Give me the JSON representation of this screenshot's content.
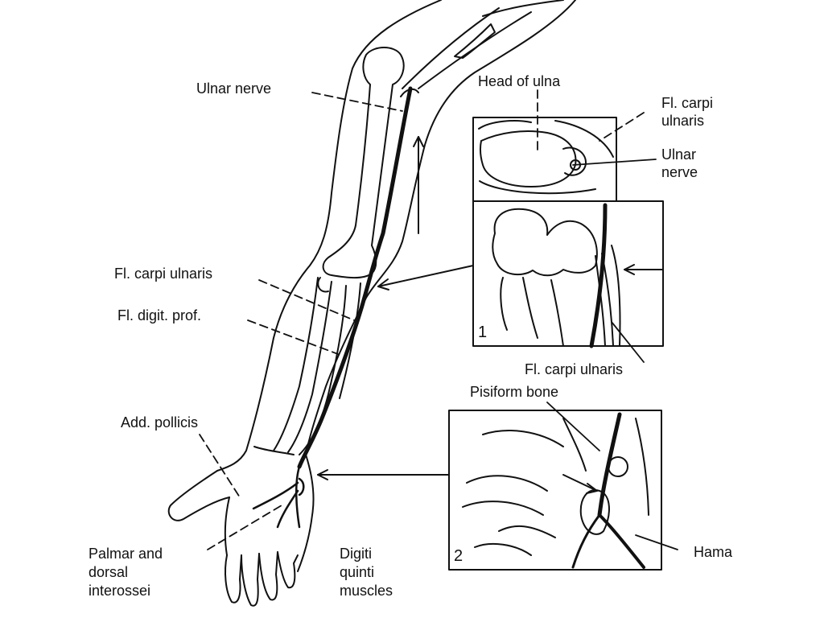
{
  "colors": {
    "ink": "#111111",
    "paper": "#ffffff"
  },
  "labels": {
    "ulnar_nerve_left": "Ulnar nerve",
    "head_of_ulna": "Head of ulna",
    "fl_carpi_top_line1": "Fl. carpi",
    "fl_carpi_top_line2": "ulnaris",
    "ulnar_nerve_right_line1": "Ulnar",
    "ulnar_nerve_right_line2": "nerve",
    "fl_carpi_ulnaris_left": "Fl. carpi ulnaris",
    "fl_digit_prof": "Fl. digit. prof.",
    "fl_carpi_ulnaris_inset": "Fl. carpi ulnaris",
    "pisiform_bone": "Pisiform bone",
    "add_pollicis": "Add. pollicis",
    "hamate": "Hama",
    "palmar_line1": "Palmar and",
    "palmar_line2": "dorsal",
    "palmar_line3": "interossei",
    "digiti_line1": "Digiti",
    "digiti_line2": "quinti",
    "digiti_line3": "muscles"
  },
  "insets": {
    "inset1_number": "1",
    "inset2_number": "2"
  }
}
